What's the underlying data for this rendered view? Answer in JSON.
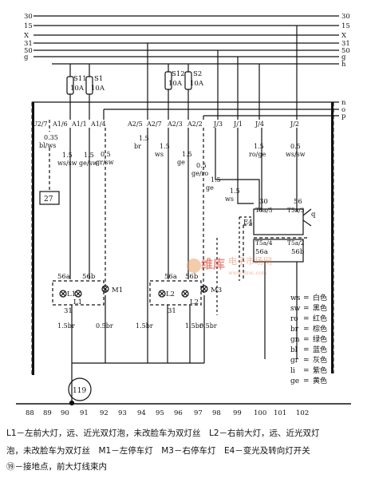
{
  "bus_left": [
    "30",
    "15",
    "X",
    "31",
    "50",
    "g"
  ],
  "bus_right": [
    "30",
    "15",
    "X",
    "31",
    "50",
    "g",
    "h",
    "n",
    "o",
    "p"
  ],
  "fuses": [
    {
      "id": "S11",
      "rating": "10A"
    },
    {
      "id": "S1",
      "rating": "10A"
    },
    {
      "id": "S12",
      "rating": "10A"
    },
    {
      "id": "S2",
      "rating": "10A"
    }
  ],
  "conn_top": [
    "U2/7",
    "A1/6",
    "A1/1",
    "A1/4",
    "A2/5",
    "A2/7",
    "A2/3",
    "A2/2",
    "J/3",
    "J/1",
    "J/4",
    "J/2"
  ],
  "wires": [
    {
      "size": "0.35",
      "color": "bl/ws"
    },
    {
      "size": "1.5",
      "color": "ws/sw"
    },
    {
      "size": "1.5",
      "color": "ge/sw"
    },
    {
      "size": "0.5",
      "color": "gr/sw"
    },
    {
      "size": "1.5",
      "color": "br"
    },
    {
      "size": "1.5",
      "color": "ws"
    },
    {
      "size": "1.5",
      "color": "ge"
    },
    {
      "size": "0.5",
      "color": "ge/ro"
    },
    {
      "size": "1.5",
      "color": "ge"
    },
    {
      "size": "1.5",
      "color": "ws"
    },
    {
      "size": "1.5",
      "color": "ro/ge"
    },
    {
      "size": "0.5",
      "color": "ws/sw"
    }
  ],
  "box27": "27",
  "switch": {
    "pin30": "30",
    "pin56": "56",
    "t1": "T5a/5",
    "t2": "T5a/3",
    "q": "q",
    "e4": "E4",
    "t3": "T5a/4",
    "t4": "T5a/2",
    "pin56a": "56a",
    "pin56b": "56b"
  },
  "lamp_left": {
    "pin_a": "56a",
    "pin_b": "56b",
    "l1": "L1",
    "l1b": "L1",
    "m1": "M1",
    "gnd": "31"
  },
  "lamp_right": {
    "pin_a": "56a",
    "pin_b": "56b",
    "l2": "L2",
    "l2b": "L2",
    "m3": "M3",
    "gnd": "31"
  },
  "lower_wires": [
    "1.5br",
    "0.5br",
    "1.5br",
    "1.5br",
    "0.5br"
  ],
  "ground": "119",
  "bottom_numbers": [
    "88",
    "89",
    "90",
    "91",
    "92",
    "93",
    "94",
    "95",
    "96",
    "97",
    "98",
    "99",
    "100",
    "101",
    "102"
  ],
  "legend": [
    {
      "code": "ws",
      "name": "白色"
    },
    {
      "code": "sw",
      "name": "黑色"
    },
    {
      "code": "ro",
      "name": "红色"
    },
    {
      "code": "br",
      "name": "棕色"
    },
    {
      "code": "gn",
      "name": "绿色"
    },
    {
      "code": "bl",
      "name": "蓝色"
    },
    {
      "code": "gr",
      "name": "灰色"
    },
    {
      "code": "li",
      "name": "紫色"
    },
    {
      "code": "ge",
      "name": "黄色"
    }
  ],
  "watermark": {
    "brand": "维库电子市场网",
    "url": "www.dzsc.com"
  },
  "caption": [
    "L1－左前大灯，远、近光双灯泡，未改脸车为双灯丝　L2－右前大灯，远、近光双灯",
    "泡，未改脸车为双灯丝　M1－左停车灯　M3－右停车灯　E4－变光及转向灯开关",
    "⑲－接地点，前大灯线束内"
  ]
}
